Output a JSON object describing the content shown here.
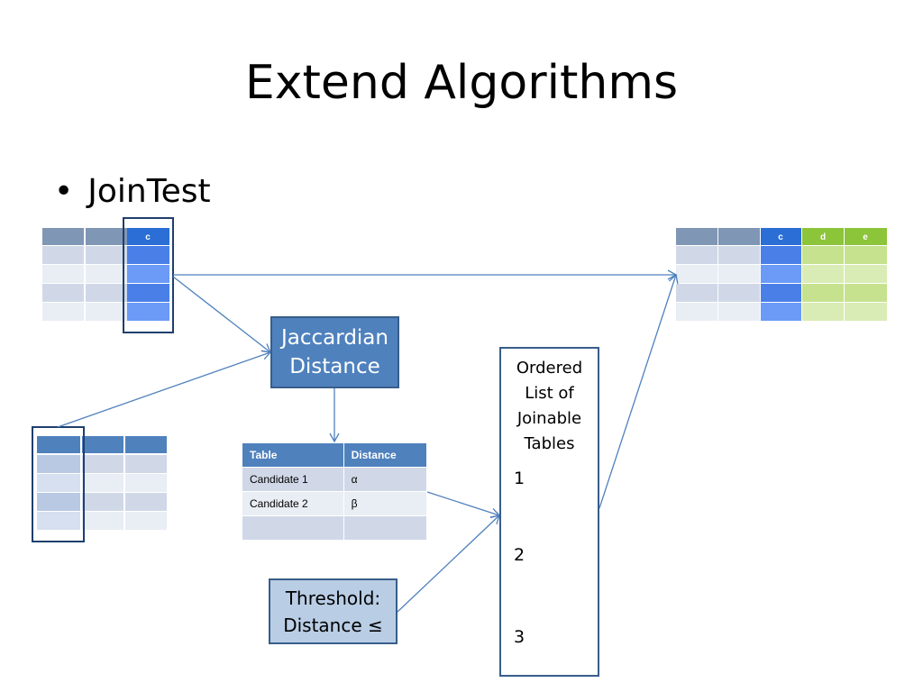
{
  "slide": {
    "title": "Extend Algorithms",
    "bullet": "JoinTest"
  },
  "left_table": {
    "col_header": "c"
  },
  "result_table": {
    "col_headers": [
      "c",
      "d",
      "e"
    ]
  },
  "jaccardian": {
    "line1": "Jaccardian",
    "line2": "Distance"
  },
  "candidates_table": {
    "headers": [
      "Table",
      "Distance"
    ],
    "rows": [
      [
        "Candidate 1",
        "α"
      ],
      [
        "Candidate 2",
        "β"
      ],
      [
        "",
        ""
      ]
    ]
  },
  "threshold": {
    "line1": "Threshold:",
    "line2": "Distance ≤"
  },
  "ordered_list": {
    "label_lines": [
      "Ordered",
      "List of",
      "Joinable",
      "Tables"
    ],
    "ranks": [
      "1",
      "2",
      "3"
    ]
  },
  "colors": {
    "header_blue": "#4f81bd",
    "grey_header": "#7f96b5",
    "highlight_blue": "#5b8ff5",
    "green": "#9bd43f",
    "green_light": "#d2e8a8",
    "row_dark": "#d0d8e8",
    "row_light": "#e9edf4",
    "outline": "#385d8a"
  }
}
